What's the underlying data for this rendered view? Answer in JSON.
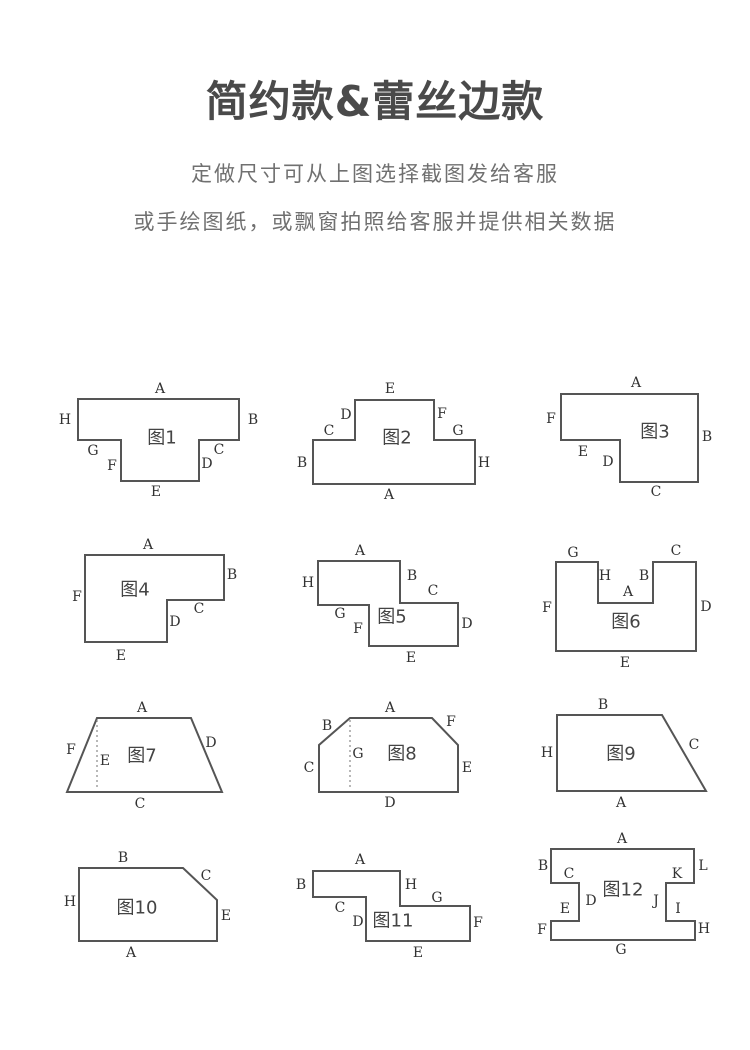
{
  "header": {
    "title": "简约款&蕾丝边款",
    "line1": "定做尺寸可从上图选择截图发给客服",
    "line2": "或手绘图纸，或飘窗拍照给客服并提供相关数据"
  },
  "diagrams": [
    {
      "name": "图1",
      "labels": [
        "A",
        "B",
        "C",
        "D",
        "E",
        "F",
        "G",
        "H"
      ]
    },
    {
      "name": "图2",
      "labels": [
        "E",
        "F",
        "G",
        "H",
        "A",
        "B",
        "C",
        "D"
      ]
    },
    {
      "name": "图3",
      "labels": [
        "A",
        "B",
        "C",
        "D",
        "E",
        "F"
      ]
    },
    {
      "name": "图4",
      "labels": [
        "A",
        "B",
        "C",
        "D",
        "E",
        "F"
      ]
    },
    {
      "name": "图5",
      "labels": [
        "A",
        "B",
        "C",
        "D",
        "E",
        "F",
        "G",
        "H"
      ]
    },
    {
      "name": "图6",
      "labels": [
        "G",
        "H",
        "A",
        "B",
        "C",
        "D",
        "E",
        "F"
      ]
    },
    {
      "name": "图7",
      "labels": [
        "A",
        "D",
        "C",
        "F",
        "E"
      ]
    },
    {
      "name": "图8",
      "labels": [
        "A",
        "F",
        "E",
        "D",
        "C",
        "B",
        "G"
      ]
    },
    {
      "name": "图9",
      "labels": [
        "B",
        "C",
        "A",
        "H"
      ]
    },
    {
      "name": "图10",
      "labels": [
        "B",
        "C",
        "E",
        "A",
        "H"
      ]
    },
    {
      "name": "图11",
      "labels": [
        "A",
        "H",
        "G",
        "F",
        "E",
        "D",
        "C",
        "B"
      ]
    },
    {
      "name": "图12",
      "labels": [
        "A",
        "L",
        "K",
        "I",
        "J",
        "H",
        "G",
        "F",
        "E",
        "D",
        "C",
        "B"
      ]
    }
  ]
}
